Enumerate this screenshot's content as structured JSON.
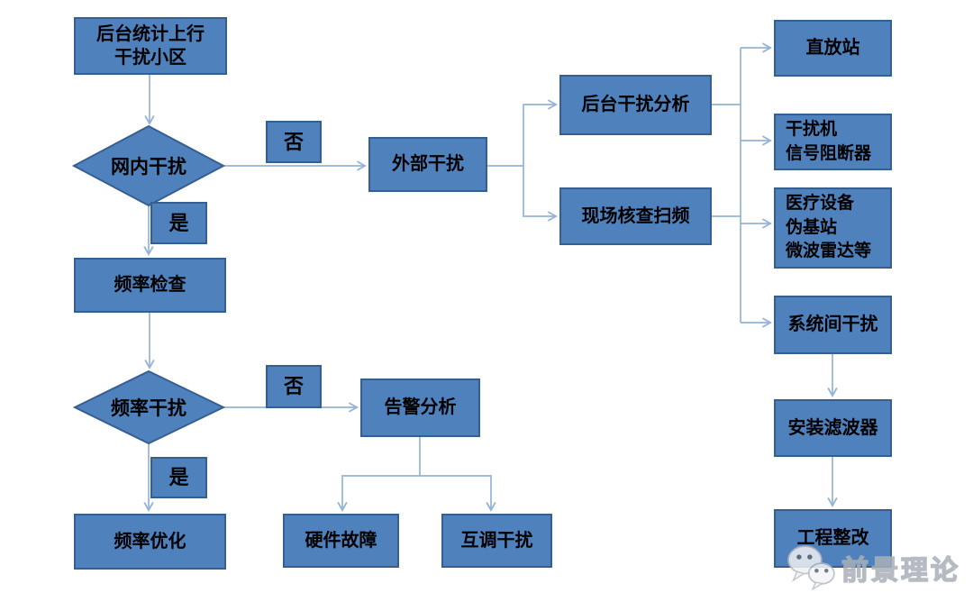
{
  "palette": {
    "node_fill": "#4f81bd",
    "node_border": "#365f91",
    "connector": "#95b3d7",
    "text": "#000000",
    "watermark_gray": "#aab0b9"
  },
  "nodes": {
    "stat": {
      "label": "后台统计上行\n干扰小区"
    },
    "diamond_network": {
      "label": "网内干扰"
    },
    "no1": {
      "label": "否"
    },
    "yes1": {
      "label": "是"
    },
    "external": {
      "label": "外部干扰"
    },
    "freq_check": {
      "label": "频率检查"
    },
    "diamond_freq": {
      "label": "频率干扰"
    },
    "no2": {
      "label": "否"
    },
    "yes2": {
      "label": "是"
    },
    "alarm_analysis": {
      "label": "告警分析"
    },
    "freq_opt": {
      "label": "频率优化"
    },
    "hw_fault": {
      "label": "硬件故障"
    },
    "intermod": {
      "label": "互调干扰"
    },
    "bg_analysis": {
      "label": "后台干扰分析"
    },
    "field_sweep": {
      "label": "现场核查扫频"
    },
    "repeater": {
      "label": "直放站"
    },
    "jammer": {
      "label": "干扰机\n信号阻断器"
    },
    "medical": {
      "label": "医疗设备\n伪基站\n微波雷达等"
    },
    "intersystem": {
      "label": "系统间干扰"
    },
    "install_filter": {
      "label": "安装滤波器"
    },
    "rectification": {
      "label": "工程整改"
    }
  },
  "watermark": {
    "label": "前景理论"
  }
}
